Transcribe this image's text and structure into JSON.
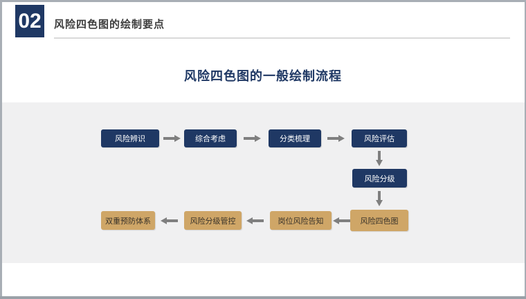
{
  "header": {
    "section_number": "02",
    "title": "风险四色图的绘制要点"
  },
  "subtitle": "风险四色图的一般绘制流程",
  "colors": {
    "navy": "#1f3864",
    "tan": "#cfa667",
    "arrow_gray": "#7f7f7f",
    "panel_gray": "#f0f0f1",
    "frame_gray": "#a8aeb5",
    "frame_gray_dark": "#9aa1a8",
    "divider_gray": "#d9d9d9",
    "title_text": "#3d3d3d"
  },
  "icons": {
    "arrow_right": "css-block-arrow-right",
    "arrow_left": "css-block-arrow-left",
    "arrow_down": "css-block-arrow-down"
  },
  "flow": {
    "nodes": [
      {
        "id": "risk-identification",
        "label": "风险辨识",
        "style": "navy"
      },
      {
        "id": "comprehensive-consideration",
        "label": "综合考虑",
        "style": "navy"
      },
      {
        "id": "classification-sorting",
        "label": "分类梳理",
        "style": "navy"
      },
      {
        "id": "risk-assessment",
        "label": "风险评估",
        "style": "navy"
      },
      {
        "id": "risk-grading",
        "label": "风险分级",
        "style": "navy"
      },
      {
        "id": "risk-four-color-map",
        "label": "风险四色图",
        "style": "tan"
      },
      {
        "id": "position-risk-notification",
        "label": "岗位风险告知",
        "style": "tan"
      },
      {
        "id": "risk-graded-control",
        "label": "风险分级管控",
        "style": "tan"
      },
      {
        "id": "dual-prevention-system",
        "label": "双重预防体系",
        "style": "tan"
      }
    ]
  }
}
